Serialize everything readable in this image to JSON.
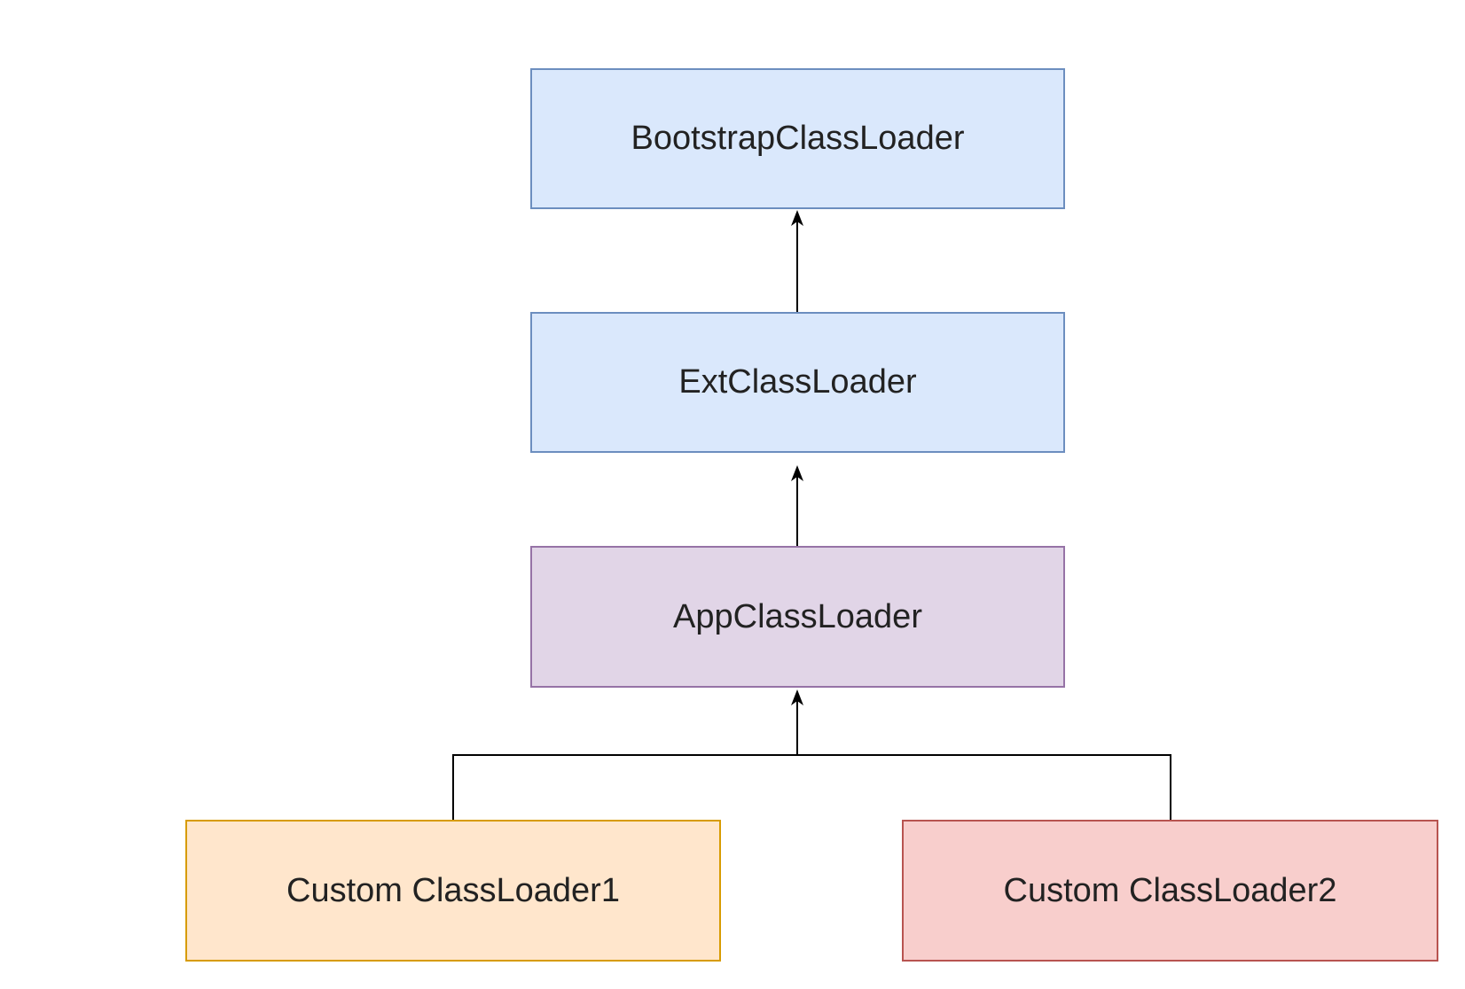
{
  "nodes": {
    "bootstrap": {
      "label": "BootstrapClassLoader",
      "fill": "#dae8fc",
      "stroke": "#6c8ebf"
    },
    "ext": {
      "label": "ExtClassLoader",
      "fill": "#dae8fc",
      "stroke": "#6c8ebf"
    },
    "app": {
      "label": "AppClassLoader",
      "fill": "#e1d5e7",
      "stroke": "#9673a6"
    },
    "custom1": {
      "label": "Custom ClassLoader1",
      "fill": "#ffe6cc",
      "stroke": "#d79b00"
    },
    "custom2": {
      "label": "Custom ClassLoader2",
      "fill": "#f8cecc",
      "stroke": "#b85450"
    }
  },
  "edges": [
    {
      "from": "ext",
      "to": "bootstrap"
    },
    {
      "from": "app",
      "to": "ext"
    },
    {
      "from": "custom1",
      "to": "app"
    },
    {
      "from": "custom2",
      "to": "app"
    }
  ],
  "colors": {
    "edge": "#000000",
    "text": "#222222"
  }
}
